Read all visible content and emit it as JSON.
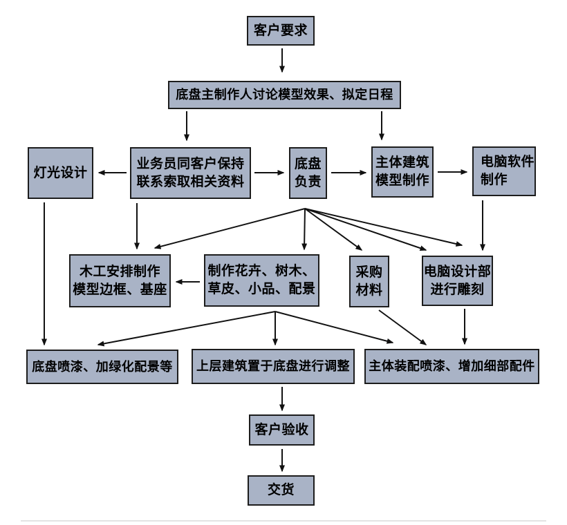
{
  "diagram": {
    "type": "flowchart",
    "background_color": "#ffffff",
    "node_fill_color": "#a9b3c6",
    "node_border_color": "#1c1c1c",
    "arrow_color": "#111111",
    "text_color": "#000000",
    "nodes": {
      "customer_requirements": {
        "label": "客户要求"
      },
      "discuss_schedule": {
        "label": "底盘主制作人讨论模型效果、拟定日程"
      },
      "lighting_design": {
        "label": "灯光设计"
      },
      "sales_contact": {
        "label": "业务员同客户保持\n联系索取相关资料"
      },
      "chassis_lead": {
        "label": "底盘\n负责"
      },
      "main_building": {
        "label": "主体建筑\n模型制作"
      },
      "computer_software": {
        "label": "电脑软件\n制作"
      },
      "carpentry": {
        "label": "木工安排制作\n模型边框、基座"
      },
      "flowers_trees": {
        "label": "制作花卉、树木、\n草皮、小品、配景"
      },
      "purchase_materials": {
        "label": "采购\n材料"
      },
      "computer_design_dept": {
        "label": "电脑设计部\n进行雕刻"
      },
      "chassis_painting": {
        "label": "底盘喷漆、加绿化配景等"
      },
      "upper_structure": {
        "label": "上层建筑置于底盘进行调整"
      },
      "main_assembly": {
        "label": "主体装配喷漆、增加细部配件"
      },
      "customer_acceptance": {
        "label": "客户验收"
      },
      "delivery": {
        "label": "交货"
      }
    },
    "edges": [
      {
        "from": "customer_requirements",
        "to": "discuss_schedule"
      },
      {
        "from": "discuss_schedule",
        "to": "sales_contact"
      },
      {
        "from": "discuss_schedule",
        "to": "main_building"
      },
      {
        "from": "sales_contact",
        "to": "lighting_design"
      },
      {
        "from": "sales_contact",
        "to": "chassis_lead"
      },
      {
        "from": "chassis_lead",
        "to": "main_building"
      },
      {
        "from": "main_building",
        "to": "computer_software"
      },
      {
        "from": "sales_contact",
        "to": "carpentry"
      },
      {
        "from": "lighting_design",
        "to": "chassis_painting"
      },
      {
        "from": "chassis_lead",
        "to": "carpentry"
      },
      {
        "from": "chassis_lead",
        "to": "flowers_trees"
      },
      {
        "from": "chassis_lead",
        "to": "purchase_materials"
      },
      {
        "from": "chassis_lead",
        "to": "computer_design_dept"
      },
      {
        "from": "chassis_lead",
        "to": "computer_design_dept"
      },
      {
        "from": "computer_software",
        "to": "computer_design_dept"
      },
      {
        "from": "flowers_trees",
        "to": "carpentry"
      },
      {
        "from": "flowers_trees",
        "to": "chassis_painting"
      },
      {
        "from": "flowers_trees",
        "to": "upper_structure"
      },
      {
        "from": "flowers_trees",
        "to": "main_assembly"
      },
      {
        "from": "purchase_materials",
        "to": "main_assembly"
      },
      {
        "from": "computer_design_dept",
        "to": "main_assembly"
      },
      {
        "from": "upper_structure",
        "to": "customer_acceptance"
      },
      {
        "from": "customer_acceptance",
        "to": "delivery"
      }
    ]
  }
}
